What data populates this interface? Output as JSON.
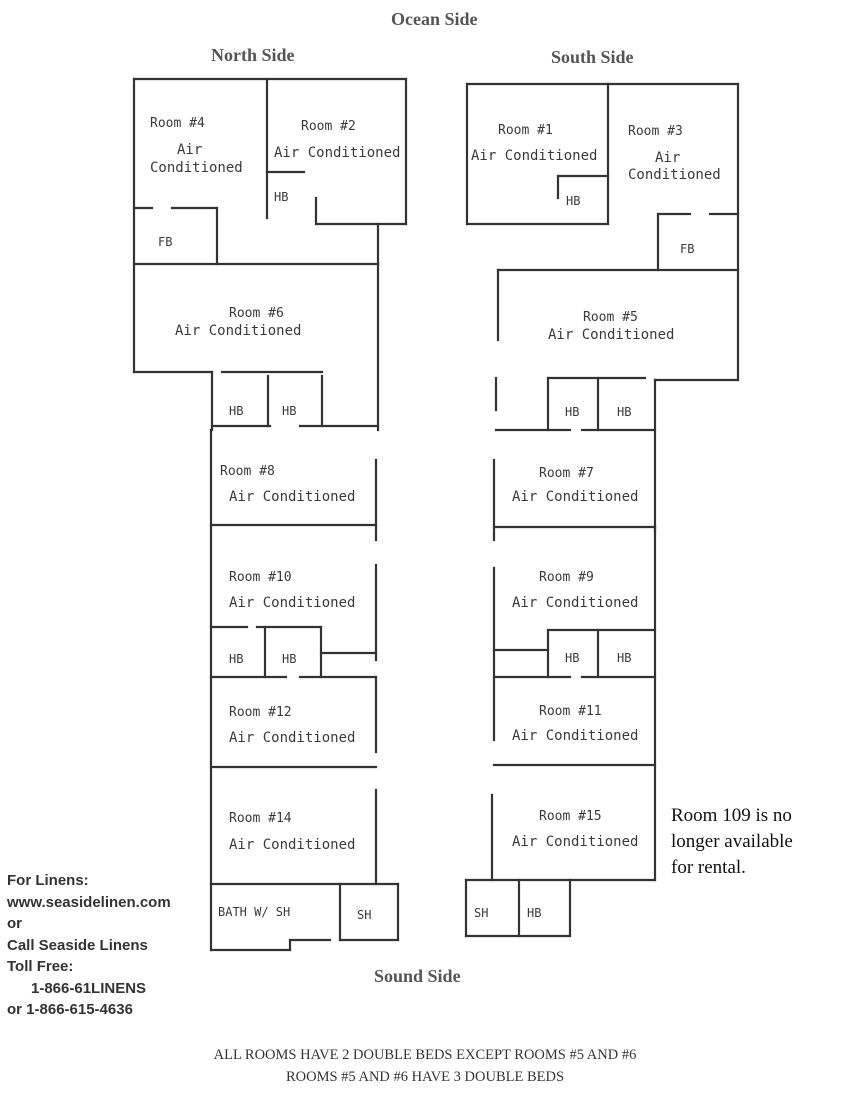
{
  "headings": {
    "ocean_side": "Ocean Side",
    "north_side": "North Side",
    "south_side": "South Side",
    "sound_side": "Sound Side"
  },
  "rooms": {
    "room_4": {
      "name": "Room #4",
      "line1": "Air",
      "line2": "Conditioned"
    },
    "room_2": {
      "name": "Room #2",
      "line1": "Air Conditioned"
    },
    "room_1": {
      "name": "Room #1",
      "line1": "Air Conditioned"
    },
    "room_3": {
      "name": "Room #3",
      "line1": "Air",
      "line2": "Conditioned"
    },
    "room_6": {
      "name": "Room #6",
      "line1": "Air Conditioned"
    },
    "room_5": {
      "name": "Room #5",
      "line1": "Air Conditioned"
    },
    "room_8": {
      "name": "Room #8",
      "line1": "Air Conditioned"
    },
    "room_7": {
      "name": "Room #7",
      "line1": "Air Conditioned"
    },
    "room_10": {
      "name": "Room #10",
      "line1": "Air Conditioned"
    },
    "room_9": {
      "name": "Room #9",
      "line1": "Air Conditioned"
    },
    "room_12": {
      "name": "Room #12",
      "line1": "Air Conditioned"
    },
    "room_11": {
      "name": "Room #11",
      "line1": "Air Conditioned"
    },
    "room_14": {
      "name": "Room #14",
      "line1": "Air Conditioned"
    },
    "room_15": {
      "name": "Room #15",
      "line1": "Air Conditioned"
    }
  },
  "fixtures": {
    "half_bath": "HB",
    "full_bath": "FB",
    "shower": "SH",
    "bath_with_shower": "BATH W/ SH"
  },
  "linens": {
    "line1": "For Linens:",
    "line2": "www.seasidelinen.com",
    "line3": "or",
    "line4": "Call Seaside Linens",
    "line5": "Toll Free:",
    "line6": "1-866-61LINENS",
    "line7": "or 1-866-615-4636"
  },
  "notice": {
    "line1": "Room 109 is no",
    "line2": "longer available",
    "line3": "for rental."
  },
  "footer": {
    "line1": "ALL ROOMS HAVE 2 DOUBLE BEDS EXCEPT ROOMS #5 AND #6",
    "line2": "ROOMS #5 AND #6 HAVE 3 DOUBLE BEDS"
  }
}
